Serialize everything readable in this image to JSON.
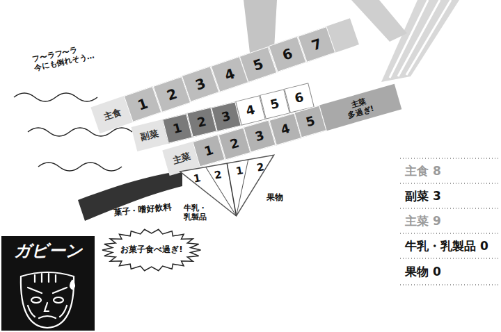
{
  "diagram": {
    "nodes": [
      {
        "text": [
          "1"
        ]
      },
      {
        "text": [
          "2"
        ]
      },
      {
        "text": [
          "3"
        ]
      },
      {
        "text": [
          "4"
        ]
      },
      {
        "text": [
          "5"
        ]
      },
      {
        "text": [
          "6"
        ]
      },
      {
        "text": [
          "7"
        ]
      },
      {
        "text": [
          "1"
        ]
      },
      {
        "text": [
          "2"
        ]
      },
      {
        "text": [
          "3"
        ]
      },
      {
        "text": [
          "4"
        ]
      },
      {
        "text": [
          "5"
        ]
      },
      {
        "text": [
          "6"
        ]
      },
      {
        "text": [
          "1"
        ]
      },
      {
        "text": [
          "2"
        ]
      },
      {
        "text": [
          "3"
        ]
      },
      {
        "text": [
          "4"
        ]
      },
      {
        "text": [
          "5"
        ]
      },
      {
        "text": [
          "1"
        ]
      },
      {
        "text": [
          "2"
        ]
      },
      {
        "text": [
          "1"
        ]
      },
      {
        "text": [
          "2"
        ]
      },
      {
        "text": [
          "お菓子食べ過ぎ!"
        ]
      },
      {
        "text": [
          "ガビーン"
        ]
      }
    ],
    "labels": [
      "フ〜ラフ〜ラ 今にも倒れそう…",
      "主食",
      "主菜 多過ぎ!",
      "副菜",
      "主菜",
      "菓子・嗜好飲料",
      "牛乳・ 乳製品",
      "果物",
      "主食 8",
      "副菜 3",
      "主菜 9",
      "牛乳・乳製品 0",
      "果物 0"
    ]
  }
}
